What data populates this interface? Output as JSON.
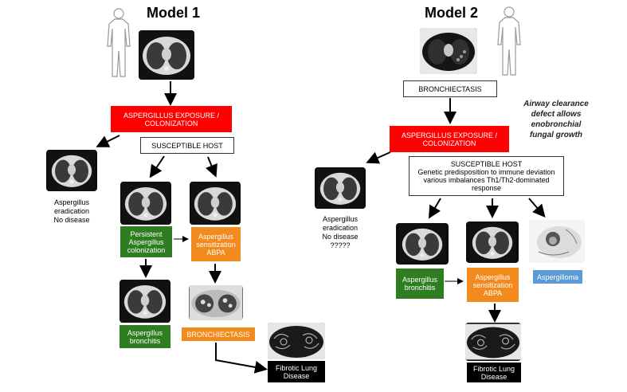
{
  "model1": {
    "title": "Model 1",
    "exposure": "ASPERGILLUS EXPOSURE /\nCOLONIZATION",
    "host": "SUSCEPTIBLE HOST",
    "eradication": "Aspergillus\neradication\nNo disease",
    "persistent": "Persistent\nAspergillus\ncolonization",
    "sensitization": "Aspergillus\nsensitization\nABPA",
    "bronchitis": "Aspergillus\nbronchitis",
    "bronchiectasis": "BRONCHIECTASIS",
    "fibrotic": "Fibrotic Lung\nDisease"
  },
  "model2": {
    "title": "Model 2",
    "bronchiectasis": "BRONCHIECTASIS",
    "note": "Airway clearance\ndefect allows\nenobronchial\nfungal growth",
    "exposure": "ASPERGILLUS EXPOSURE /\nCOLONIZATION",
    "host_title": "SUSCEPTIBLE HOST",
    "host_body": "Genetic predisposition to immune deviation\nvarious imbalances Th1/Th2-dominated\nresponse",
    "eradication": "Aspergillus\neradication\nNo disease\n?????",
    "bronchitis": "Aspergillus\nbronchitis",
    "sensitization": "Aspergillus\nsensitization\nABPA",
    "aspergilloma": "Aspergilloma",
    "fibrotic": "Fibrotic Lung\nDisease"
  },
  "colors": {
    "red": "#ff0000",
    "green": "#2e7d20",
    "orange": "#f28a1e",
    "blue": "#5b9bd5",
    "black": "#000000"
  },
  "icons": [
    "human-silhouette-icon",
    "ct-scan-image",
    "arrow-icon"
  ]
}
